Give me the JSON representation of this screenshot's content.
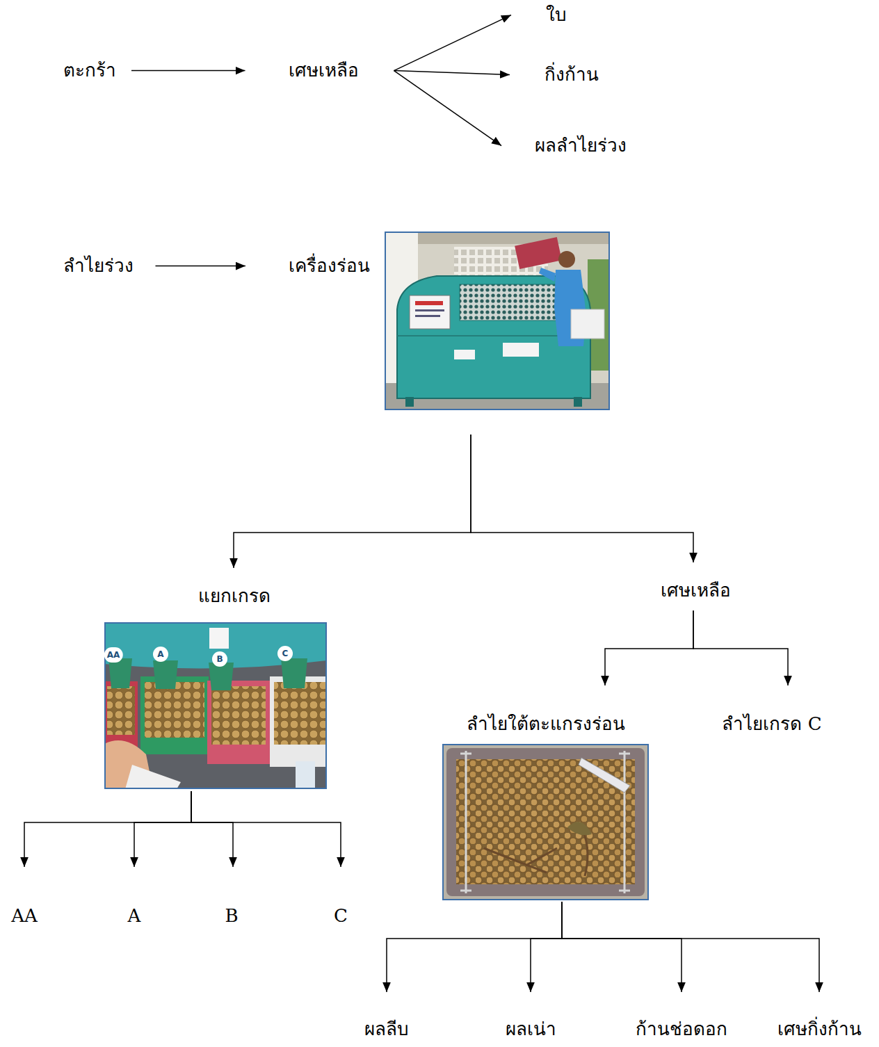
{
  "diagram": {
    "nodes": [
      {
        "text": [
          "ตะกร้า"
        ]
      },
      {
        "text": [
          "เศษเหลือ"
        ]
      },
      {
        "text": [
          "ใบ"
        ]
      },
      {
        "text": [
          "กิ่งก้าน"
        ]
      },
      {
        "text": [
          "ผลลำไยร่วง"
        ]
      },
      {
        "text": [
          "ลำไยร่วง"
        ]
      },
      {
        "text": [
          "เครื่องร่อน"
        ]
      },
      {
        "text": [
          "แยกเกรด"
        ]
      },
      {
        "text": [
          "เศษเหลือ"
        ]
      },
      {
        "text": [
          "ลำไยใต้ตะแกรงร่อน"
        ]
      },
      {
        "text": [
          "ลำไยเกรด C"
        ]
      },
      {
        "text": [
          "AA"
        ]
      },
      {
        "text": [
          "A"
        ]
      },
      {
        "text": [
          "B"
        ]
      },
      {
        "text": [
          "C"
        ]
      },
      {
        "text": [
          "ผลลีบ"
        ]
      },
      {
        "text": [
          "ผลเน่า"
        ]
      },
      {
        "text": [
          "ก้านช่อดอก"
        ]
      },
      {
        "text": [
          "เศษกิ่งก้าน"
        ]
      }
    ],
    "edges": [
      {
        "from": 0,
        "to": 1,
        "arrow": "to"
      },
      {
        "from": 1,
        "to": 2,
        "arrow": "to"
      },
      {
        "from": 1,
        "to": 3,
        "arrow": "to"
      },
      {
        "from": 1,
        "to": 4,
        "arrow": "to"
      },
      {
        "from": 5,
        "to": 6,
        "arrow": "to"
      },
      {
        "from": 6,
        "to": 7,
        "arrow": "to"
      },
      {
        "from": 6,
        "to": 8,
        "arrow": "to"
      },
      {
        "from": 7,
        "to": 11,
        "arrow": "to"
      },
      {
        "from": 7,
        "to": 12,
        "arrow": "to"
      },
      {
        "from": 7,
        "to": 13,
        "arrow": "to"
      },
      {
        "from": 7,
        "to": 14,
        "arrow": "to"
      },
      {
        "from": 8,
        "to": 9,
        "arrow": "to"
      },
      {
        "from": 8,
        "to": 10,
        "arrow": "to"
      },
      {
        "from": 9,
        "to": 15,
        "arrow": "to"
      },
      {
        "from": 9,
        "to": 16,
        "arrow": "to"
      },
      {
        "from": 9,
        "to": 17,
        "arrow": "to"
      },
      {
        "from": 9,
        "to": 18,
        "arrow": "to"
      }
    ],
    "labels": [
      "AA",
      "A",
      "B",
      "C"
    ]
  }
}
